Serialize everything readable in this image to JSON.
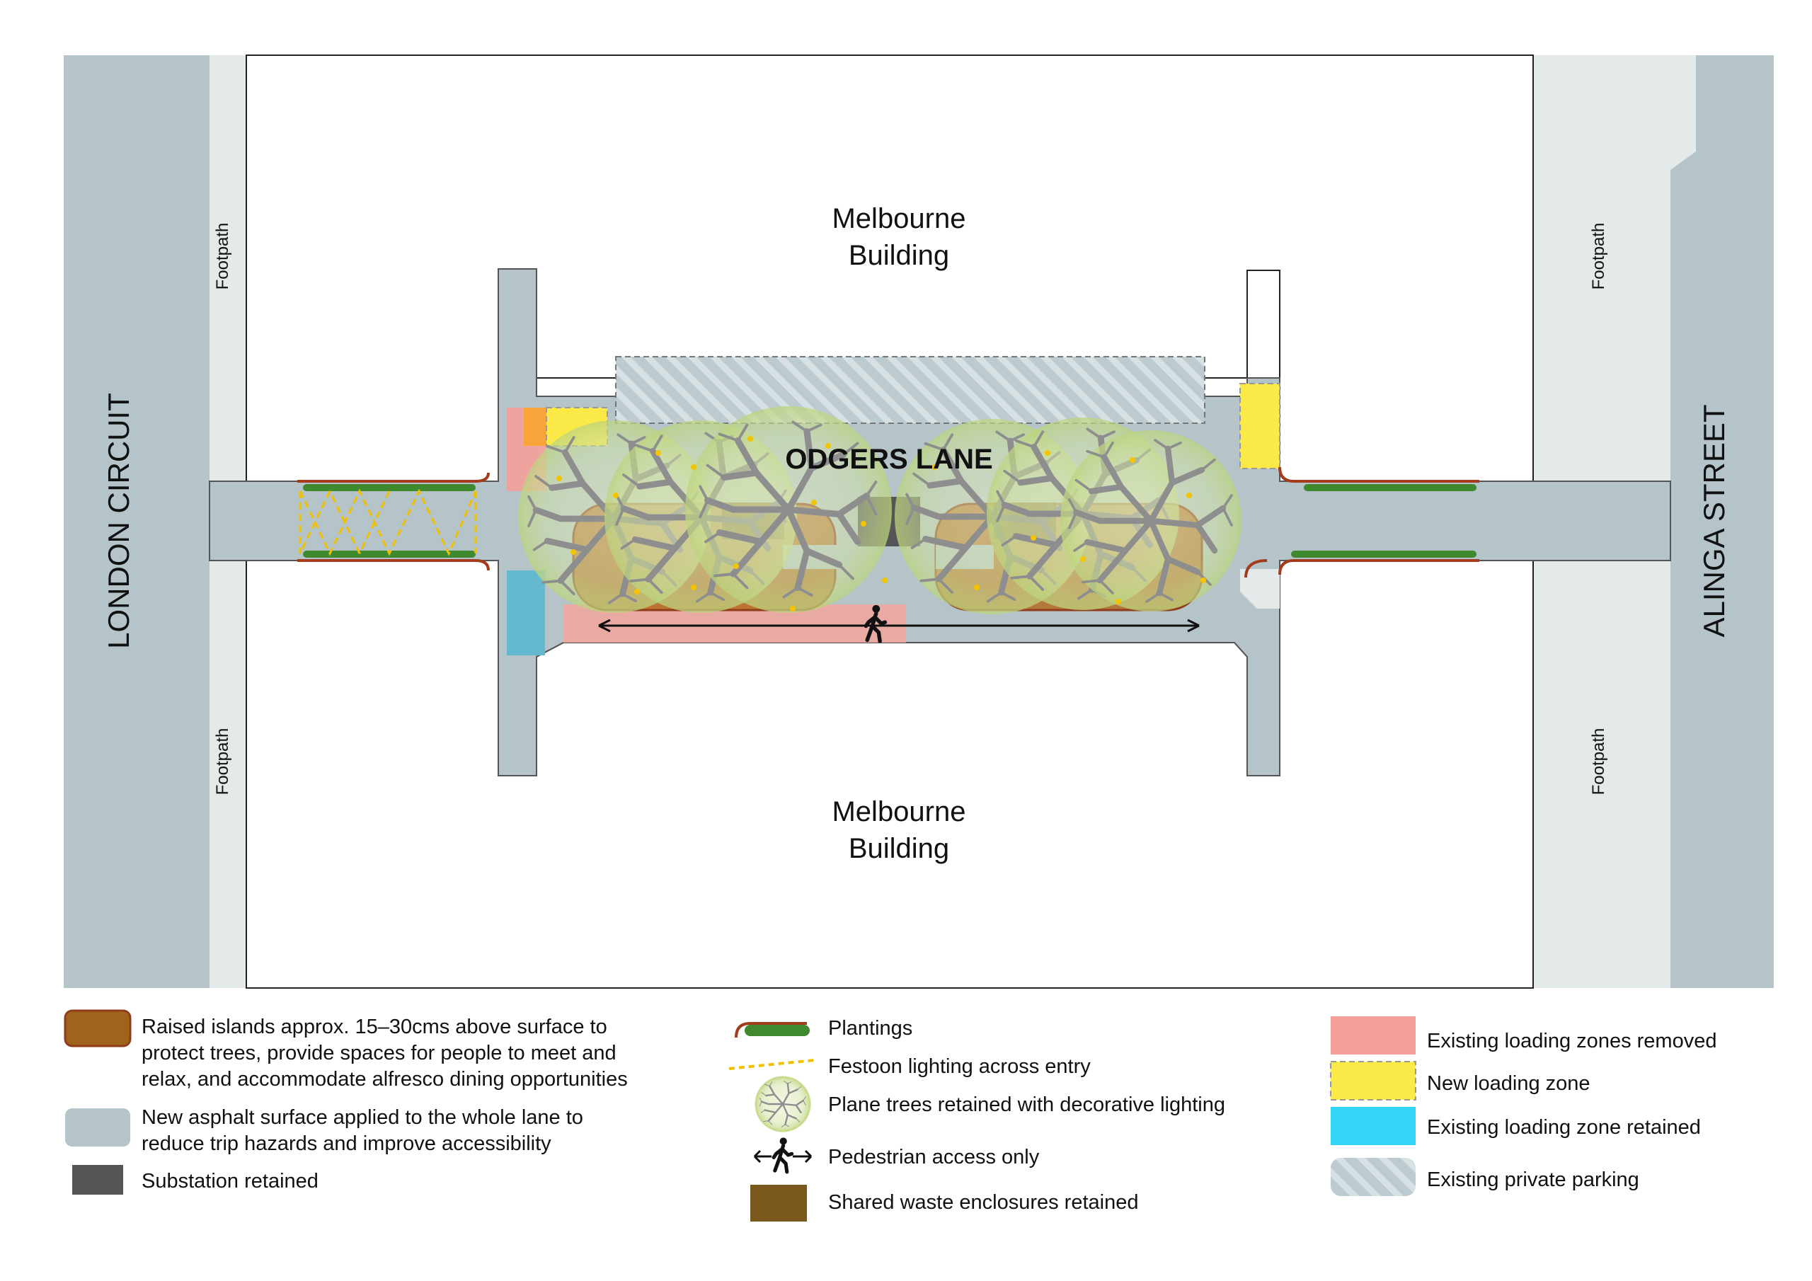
{
  "labels": {
    "street_left": "LONDON CIRCUIT",
    "street_right": "ALINGA STREET",
    "lane": "ODGERS LANE",
    "building_top_line1": "Melbourne",
    "building_top_line2": "Building",
    "building_bottom_line1": "Melbourne",
    "building_bottom_line2": "Building",
    "footpath": "Footpath"
  },
  "legend": {
    "raised_islands": {
      "line1": "Raised islands approx. 15–30cms above surface to",
      "line2": "protect trees, provide spaces for people to meet and",
      "line3": "relax, and accommodate alfresco dining opportunities"
    },
    "asphalt": {
      "line1": "New asphalt surface applied to the whole lane to",
      "line2": "reduce trip hazards and improve accessibility"
    },
    "substation": "Substation retained",
    "plantings": "Plantings",
    "festoon": "Festoon lighting across entry",
    "plane_trees": "Plane trees retained with decorative lighting",
    "pedestrian": "Pedestrian access only",
    "waste": "Shared waste enclosures retained",
    "loading_removed": "Existing loading zones removed",
    "loading_new": "New loading zone",
    "loading_retained": "Existing loading zone retained",
    "private_parking": "Existing private parking"
  },
  "colors": {
    "road": "#b4c4c9",
    "footpath": "#e4e9ea",
    "building": "#ffffff",
    "raised_island": "#a0631e",
    "substation": "#555555",
    "waste": "#7a5a1c",
    "loading_removed": "#f5a09a",
    "loading_new": "#fbe947",
    "loading_retained": "#33d6f7",
    "planting": "#3f8a2e",
    "festoon": "#f5c400",
    "tree_canopy": "#c9dc8e"
  },
  "icons": [
    "plane-tree-icon",
    "pedestrian-icon",
    "double-arrow-icon",
    "planting-strip-icon",
    "festoon-icon"
  ]
}
